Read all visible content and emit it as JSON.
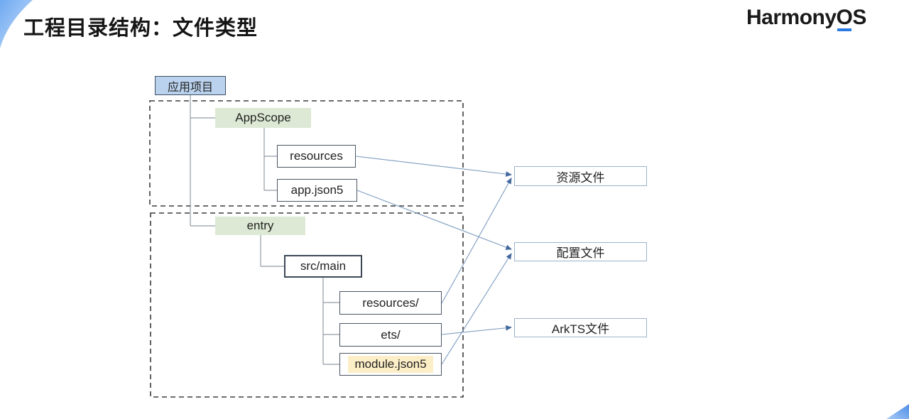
{
  "header": {
    "title": "工程目录结构：文件类型"
  },
  "logo": {
    "part1": "Harmony",
    "part2": "O",
    "part3": "S"
  },
  "diagram": {
    "root": {
      "label": "应用项目"
    },
    "appscope_group": {
      "folder_label": "AppScope",
      "children": [
        {
          "label": "resources"
        },
        {
          "label": "app.json5"
        }
      ]
    },
    "entry_group": {
      "folder_label": "entry",
      "src_main_label": "src/main",
      "children": [
        {
          "label": "resources/"
        },
        {
          "label": "ets/"
        },
        {
          "label": "module.json5",
          "highlighted": true
        }
      ]
    },
    "categories": [
      {
        "label": "资源文件"
      },
      {
        "label": "配置文件"
      },
      {
        "label": "ArkTS文件"
      }
    ],
    "edges": [
      {
        "from": "resources",
        "to": "资源文件"
      },
      {
        "from": "app.json5",
        "to": "配置文件"
      },
      {
        "from": "resources/",
        "to": "资源文件"
      },
      {
        "from": "ets/",
        "to": "ArkTS文件"
      },
      {
        "from": "module.json5",
        "to": "配置文件"
      }
    ]
  },
  "colors": {
    "root_fill": "#bad2ee",
    "root_border": "#3e4f63",
    "folder_fill": "#dde9d4",
    "file_border": "#4a5563",
    "highlight_fill": "#fceec6",
    "category_border": "#9bb2ca",
    "connector_line": "#919ba4",
    "arrow_line": "#7d9cc0",
    "arrow_head": "#44699e",
    "dashed_border": "#3b3b3b",
    "logo_underline": "#2879e2",
    "corner_accent": "#6ba7f0"
  }
}
